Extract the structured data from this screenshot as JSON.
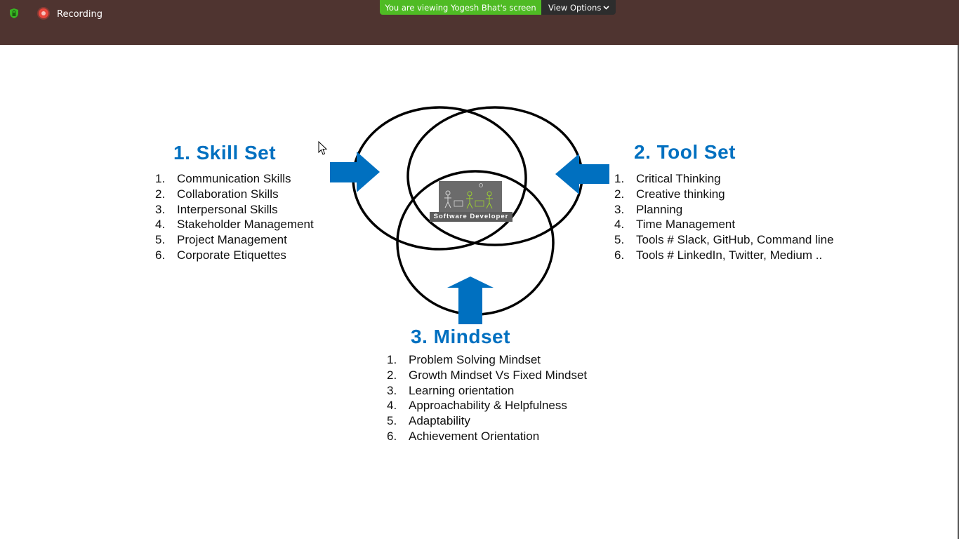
{
  "meeting_bar": {
    "recording_label": "Recording",
    "share_banner": "You are viewing Yogesh Bhat's screen",
    "view_options_label": "View Options",
    "icons": [
      "encryption-shield-icon",
      "recording-icon",
      "chevron-down-icon"
    ],
    "colors": {
      "bar_bg": "#4f3430",
      "banner_bg": "#4fbb24",
      "record_red": "#e8473c"
    }
  },
  "slide": {
    "accent_color": "#0070c0",
    "skill_set": {
      "heading": "1. Skill Set",
      "items": [
        {
          "num": "1.",
          "text": "Communication Skills"
        },
        {
          "num": "2.",
          "text": "Collaboration Skills"
        },
        {
          "num": "3.",
          "text": "Interpersonal Skills"
        },
        {
          "num": "4.",
          "text": "Stakeholder Management"
        },
        {
          "num": "5.",
          "text": "Project Management"
        },
        {
          "num": "6.",
          "text": "Corporate Etiquettes"
        }
      ]
    },
    "tool_set": {
      "heading": "2. Tool Set",
      "items": [
        {
          "num": "1.",
          "text": "Critical Thinking"
        },
        {
          "num": "2.",
          "text": "Creative thinking"
        },
        {
          "num": "3.",
          "text": "Planning"
        },
        {
          "num": "4.",
          "text": "Time Management"
        },
        {
          "num": "5.",
          "text": "Tools # Slack, GitHub, Command line"
        },
        {
          "num": "6.",
          "text": "Tools # LinkedIn, Twitter, Medium .."
        }
      ]
    },
    "mindset": {
      "heading": "3. Mindset",
      "items": [
        {
          "num": "1.",
          "text": "Problem Solving Mindset"
        },
        {
          "num": "2.",
          "text": "Growth Mindset Vs Fixed Mindset"
        },
        {
          "num": "3.",
          "text": "Learning orientation"
        },
        {
          "num": "4.",
          "text": "Approachability & Helpfulness"
        },
        {
          "num": "5.",
          "text": "Adaptability"
        },
        {
          "num": "6.",
          "text": "Achievement Orientation"
        }
      ]
    },
    "center_caption": "Software Developer"
  }
}
